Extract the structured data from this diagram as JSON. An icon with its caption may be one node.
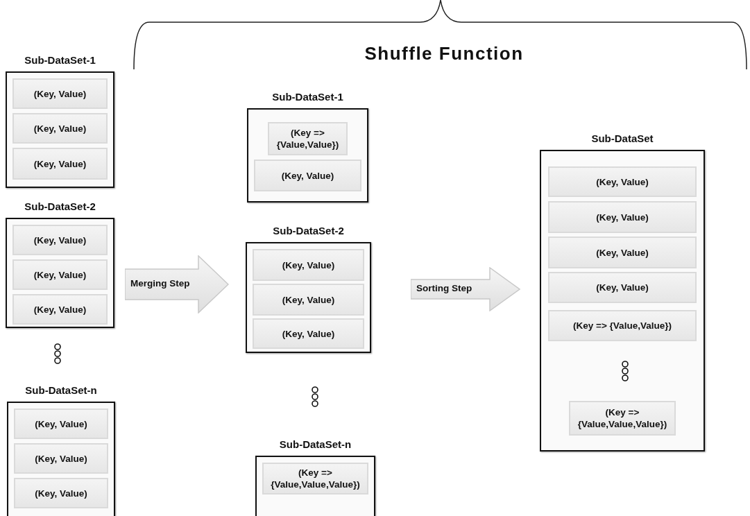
{
  "diagram": {
    "title": "Shuffle Function",
    "nodes": [
      {
        "text": [
          "Sub-DataSet-1"
        ]
      },
      {
        "text": [
          "(Key, Value)"
        ],
        "in": 0
      },
      {
        "text": [
          "(Key, Value)"
        ],
        "in": 0
      },
      {
        "text": [
          "(Key, Value)"
        ],
        "in": 0
      },
      {
        "text": [
          "Sub-DataSet-2"
        ]
      },
      {
        "text": [
          "(Key, Value)"
        ],
        "in": 4
      },
      {
        "text": [
          "(Key, Value)"
        ],
        "in": 4
      },
      {
        "text": [
          "(Key, Value)"
        ],
        "in": 4
      },
      {
        "text": [
          "Sub-DataSet-n"
        ]
      },
      {
        "text": [
          "(Key, Value)"
        ],
        "in": 8
      },
      {
        "text": [
          "(Key, Value)"
        ],
        "in": 8
      },
      {
        "text": [
          "(Key, Value)"
        ],
        "in": 8
      },
      {
        "text": [
          "Merging Step"
        ]
      },
      {
        "text": [
          "Sub-DataSet-1"
        ]
      },
      {
        "text": [
          "(Key => {Value,Value})"
        ],
        "in": 13
      },
      {
        "text": [
          "(Key, Value)"
        ],
        "in": 13
      },
      {
        "text": [
          "Sub-DataSet-2"
        ]
      },
      {
        "text": [
          "(Key, Value)"
        ],
        "in": 16
      },
      {
        "text": [
          "(Key, Value)"
        ],
        "in": 16
      },
      {
        "text": [
          "(Key, Value)"
        ],
        "in": 16
      },
      {
        "text": [
          "Sub-DataSet-n"
        ]
      },
      {
        "text": [
          "(Key => {Value,Value,Value})"
        ],
        "in": 20
      },
      {
        "text": [
          "Sorting Step"
        ]
      },
      {
        "text": [
          "Sub-DataSet"
        ]
      },
      {
        "text": [
          "(Key, Value)"
        ],
        "in": 23
      },
      {
        "text": [
          "(Key, Value)"
        ],
        "in": 23
      },
      {
        "text": [
          "(Key, Value)"
        ],
        "in": 23
      },
      {
        "text": [
          "(Key, Value)"
        ],
        "in": 23
      },
      {
        "text": [
          "(Key => {Value,Value})"
        ],
        "in": 23
      },
      {
        "text": [
          "(Key => {Value,Value,Value})"
        ],
        "in": 23
      }
    ]
  }
}
